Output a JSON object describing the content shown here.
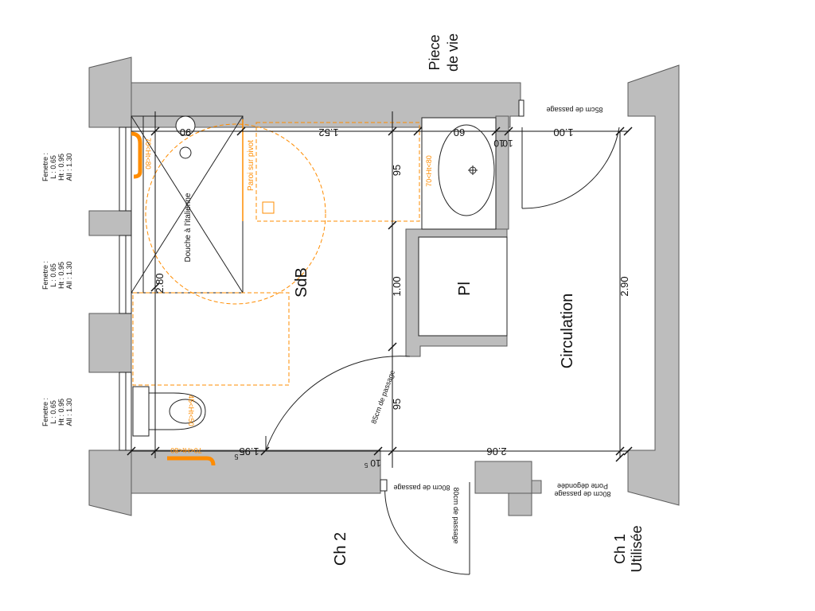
{
  "colors": {
    "wall": "#bdbdbd",
    "wall_stroke": "#5a5a5a",
    "line": "#222222",
    "accent": "#ff8c00",
    "dim": "#111111"
  },
  "rooms": {
    "piece_de_vie_line1": "Piece",
    "piece_de_vie_line2": "de vie",
    "sdb": "SdB",
    "circulation": "Circulation",
    "ch2": "Ch 2",
    "ch1_line1": "Ch 1",
    "ch1_line2": "Utilisée",
    "pl": "Pl"
  },
  "windows": [
    {
      "line1": "Fenetre :",
      "line2": "L : 0.65",
      "line3": "Ht : 0.95",
      "line4": "All : 1.30"
    },
    {
      "line1": "Fenetre :",
      "line2": "L : 0.65",
      "line3": "Ht : 0.95",
      "line4": "All : 1.30"
    },
    {
      "line1": "Fenetre :",
      "line2": "L : 0.65",
      "line3": "Ht : 0.95",
      "line4": "All : 1.30"
    }
  ],
  "fixtures": {
    "shower": "Douche à l'italienne",
    "pivot": "Paroi sur pivot",
    "grab_shower": "70<Ht<80",
    "grab_basin": "70<Ht<80",
    "grab_wc": "45<Ht<50",
    "grab_floor": "70<Ht<80"
  },
  "doors": {
    "top": "85cm de passage",
    "sdb": "85cm de passage",
    "ch2": "80cm de passage",
    "ch1_line1": "80cm de passage",
    "ch1_line2": "Porte dégondée"
  },
  "dimensions": {
    "d_90": "90",
    "d_152": "1.52",
    "d_60": "60",
    "d_10a": "10",
    "d_10b": "10",
    "d_100_top": "1.00",
    "d_95a": "95",
    "d_100_mid": "1.00",
    "d_95b": "95",
    "d_280": "2.80",
    "d_290": "2.90",
    "d_195": "1.95",
    "d_195_sup": "5",
    "d_206": "2.06",
    "d_10c": "10",
    "d_10c_sup": "5"
  }
}
